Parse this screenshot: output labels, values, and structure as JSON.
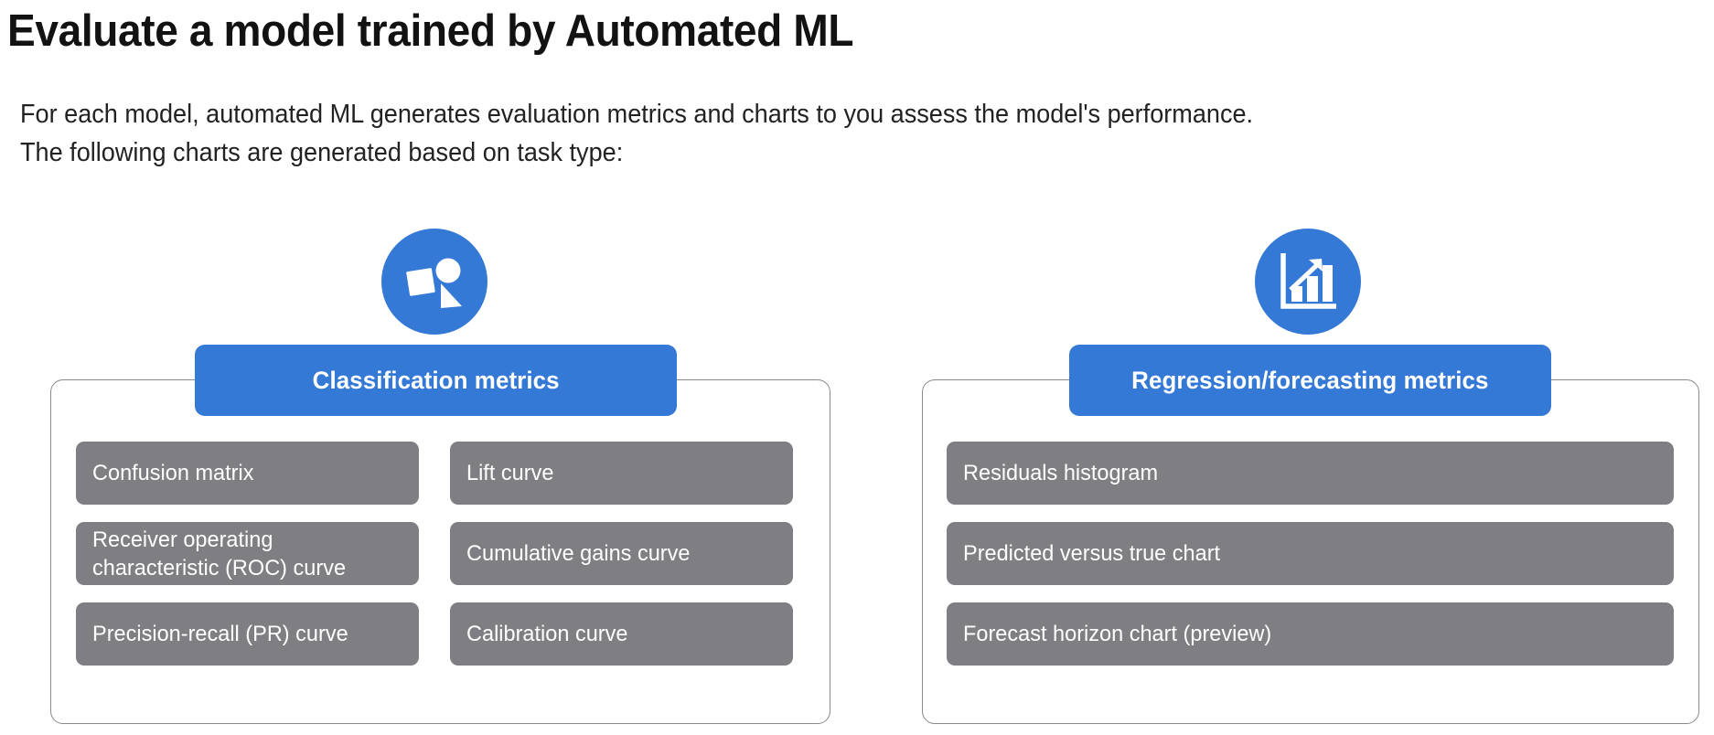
{
  "page": {
    "title": "Evaluate a model trained by Automated ML",
    "intro": "For each model, automated ML generates evaluation metrics and charts to you assess the model's performance.\nThe following charts are generated based on task type:"
  },
  "colors": {
    "accent_blue": "#3579d6",
    "item_gray": "#7f7f83",
    "panel_border": "#8a8a8e",
    "text_dark": "#121212",
    "text_on_fill": "#ffffff"
  },
  "panels": [
    {
      "id": "classification",
      "banner_label": "Classification metrics",
      "icon": "shapes-icon",
      "items": [
        "Confusion matrix",
        "Lift curve",
        "Receiver operating\ncharacteristic (ROC) curve",
        "Cumulative gains curve",
        "Precision-recall (PR) curve",
        "Calibration curve"
      ]
    },
    {
      "id": "regression",
      "banner_label": "Regression/forecasting metrics",
      "icon": "bar-chart-growth-icon",
      "items": [
        "Residuals histogram",
        "Predicted versus true chart",
        "Forecast horizon chart (preview)"
      ]
    }
  ]
}
